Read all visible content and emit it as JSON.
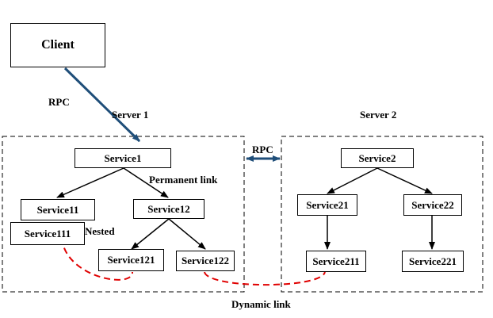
{
  "nodes": {
    "client": "Client",
    "service1": "Service1",
    "service11": "Service11",
    "service111": "Service111",
    "service12": "Service12",
    "service121": "Service121",
    "service122": "Service122",
    "service2": "Service2",
    "service21": "Service21",
    "service22": "Service22",
    "service211": "Service211",
    "service221": "Service221"
  },
  "labels": {
    "server1": "Server 1",
    "server2": "Server 2",
    "rpc_client": "RPC",
    "rpc_servers": "RPC",
    "permanent_link": "Permanent link",
    "nested": "Nested",
    "dynamic_link": "Dynamic link"
  },
  "colors": {
    "rpc_arrow": "#1f4e79",
    "dynamic_link": "#e00000",
    "box_border": "#000000"
  }
}
